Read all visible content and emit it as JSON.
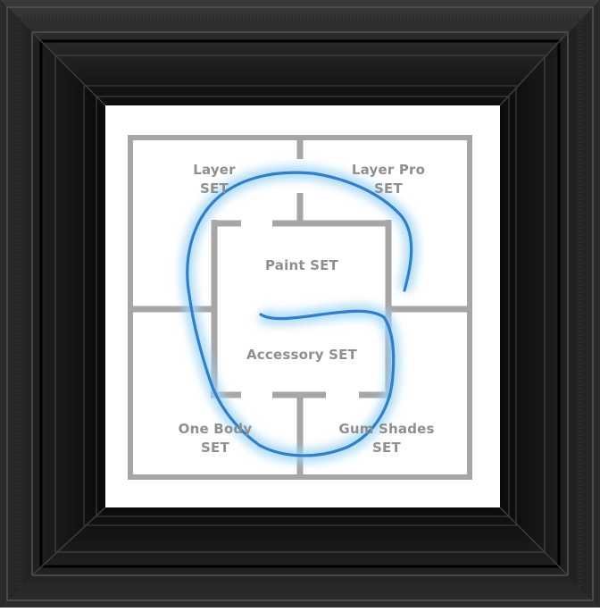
{
  "frame": {
    "color": "#1a1a1a"
  },
  "diagram": {
    "line_color": "#a6a6a6",
    "curve_color": "#2f7fd0",
    "glow_color": "#9fd6f7",
    "regions": [
      {
        "id": "layer",
        "line1": "Layer",
        "line2": "SET"
      },
      {
        "id": "layer-pro",
        "line1": "Layer Pro",
        "line2": "SET"
      },
      {
        "id": "paint",
        "line1": "Paint SET"
      },
      {
        "id": "accessory",
        "line1": "Accessory SET"
      },
      {
        "id": "one-body",
        "line1": "One Body",
        "line2": "SET"
      },
      {
        "id": "gum-shades",
        "line1": "Gum Shades",
        "line2": "SET"
      }
    ]
  }
}
